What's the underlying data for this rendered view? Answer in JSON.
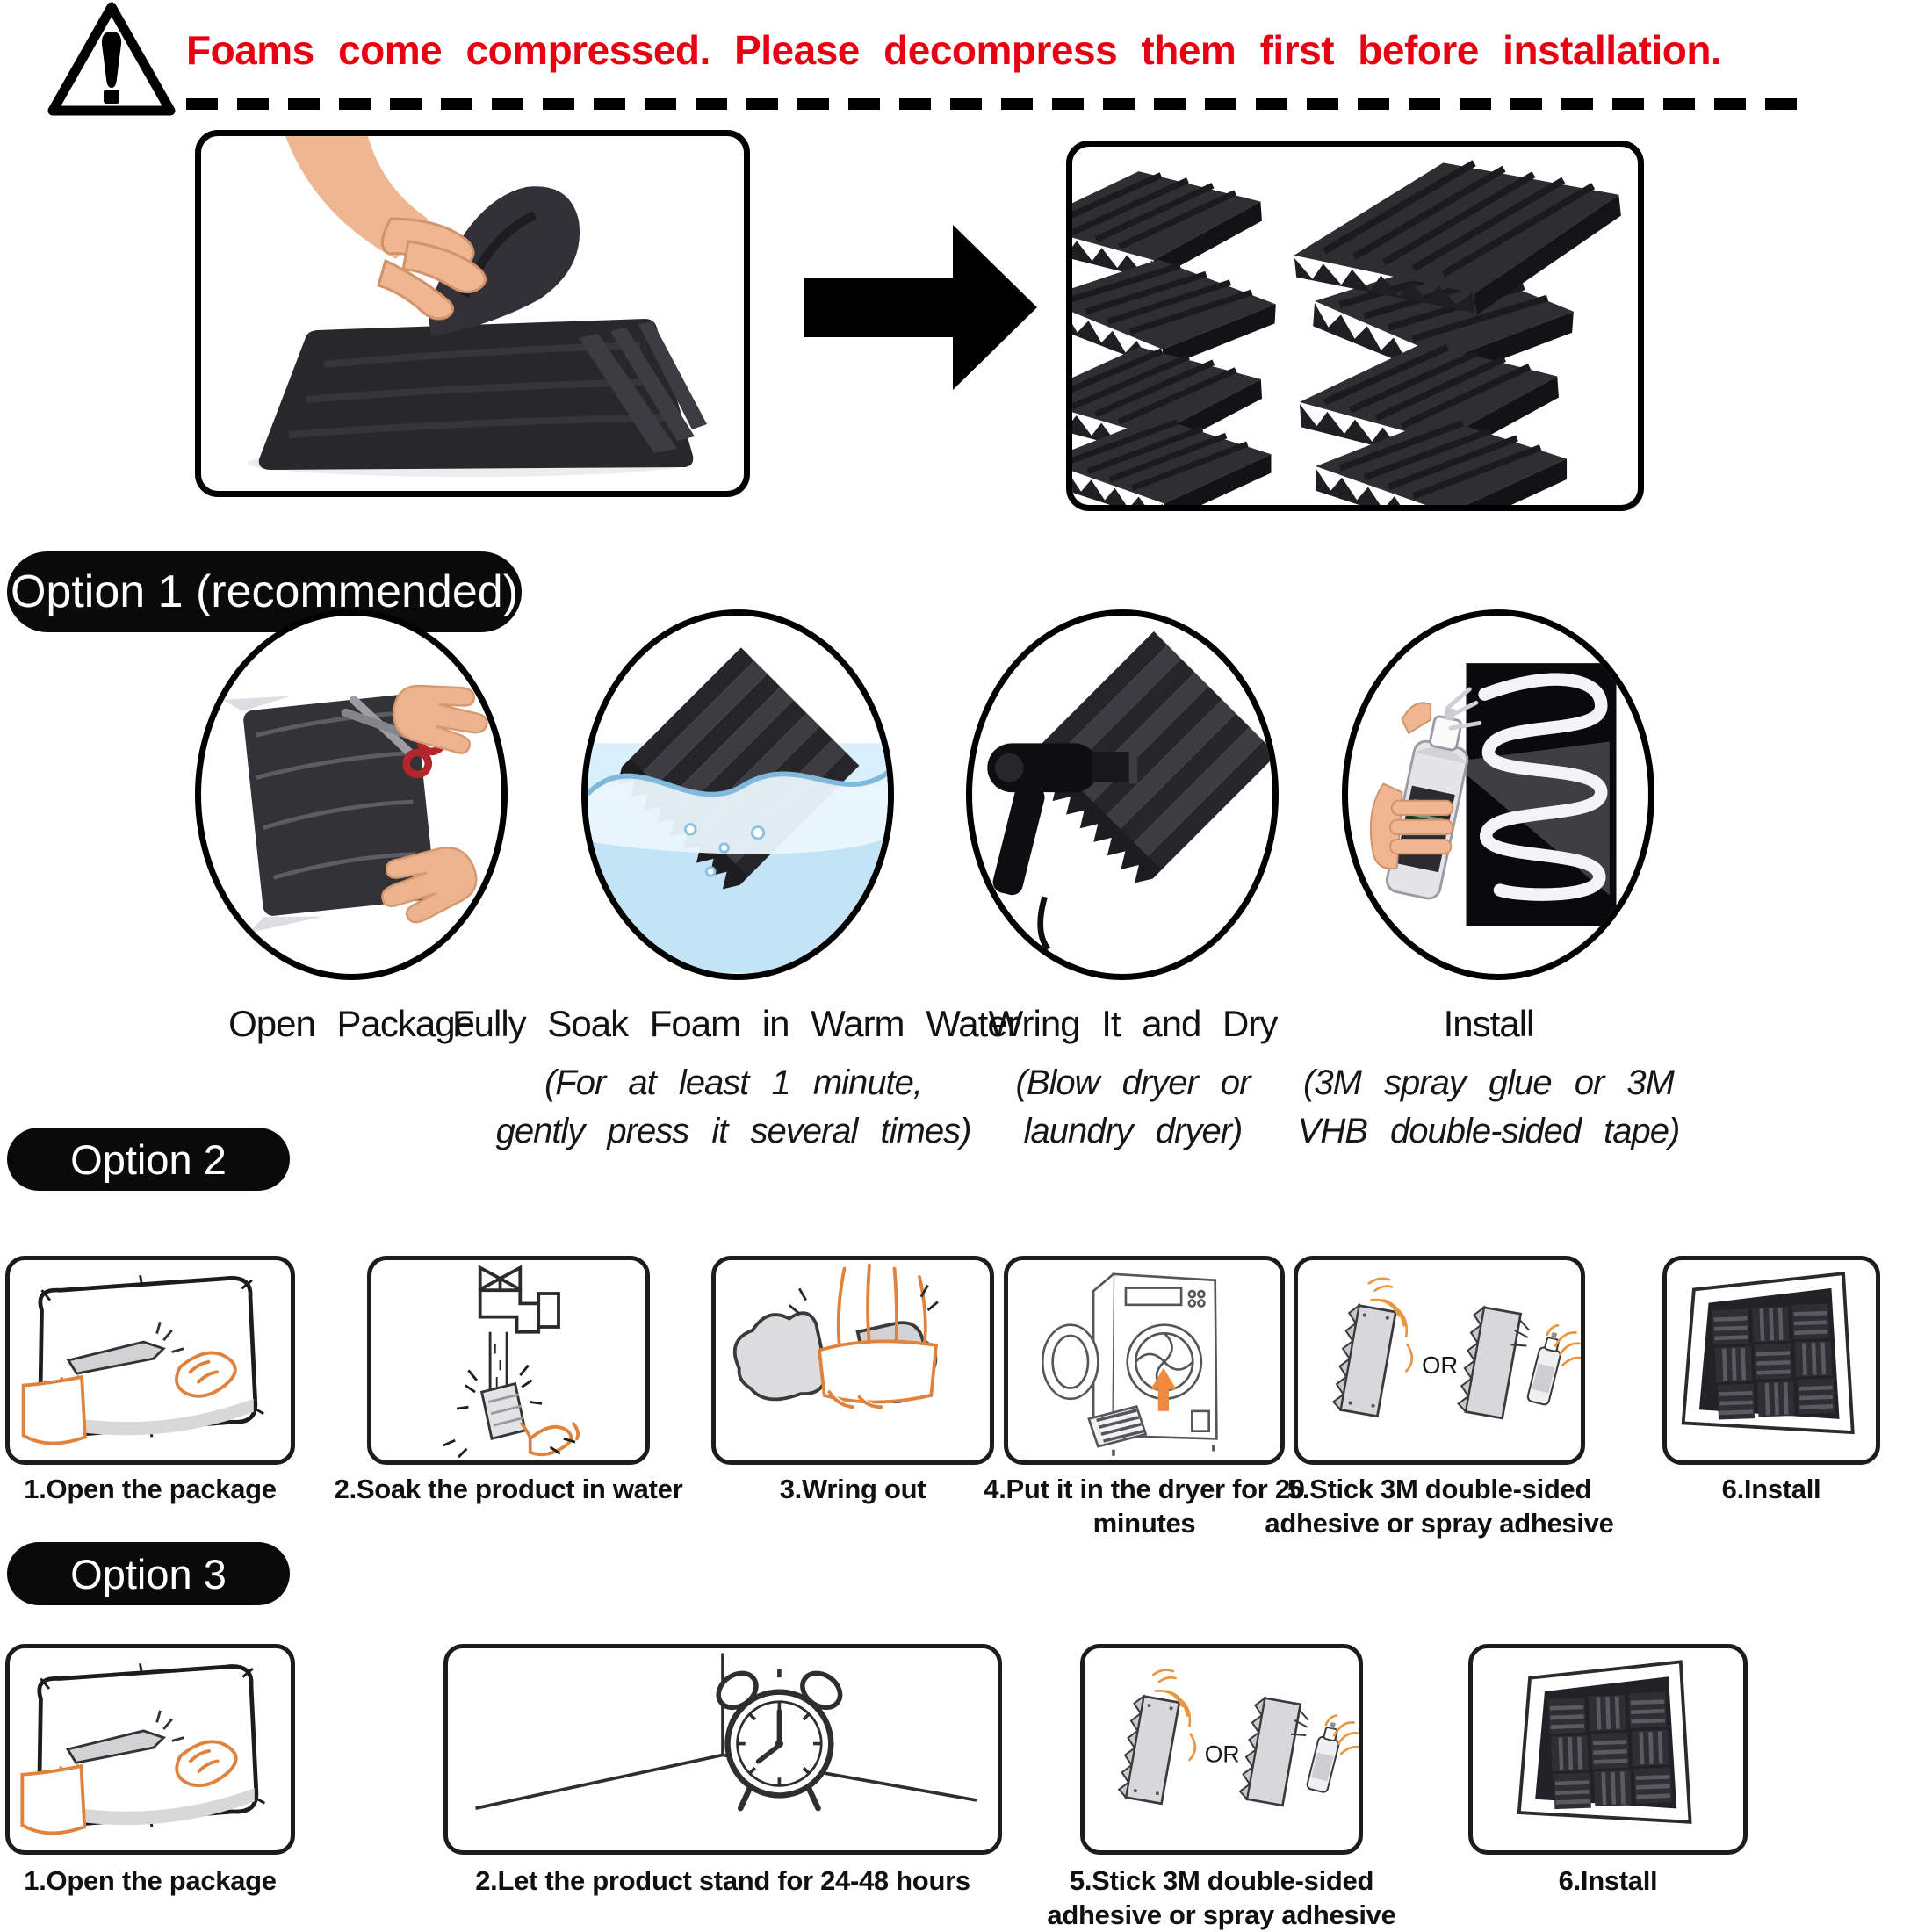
{
  "warning": {
    "text": "Foams come compressed. Please decompress them first before installation."
  },
  "option1": {
    "label": "Option 1 (recommended)",
    "steps": [
      {
        "title": "Open Package",
        "notes": []
      },
      {
        "title": "Fully Soak Foam in Warm Water",
        "notes": [
          "(For at least 1 minute,",
          "gently press it several times)"
        ]
      },
      {
        "title": "Wring It and Dry",
        "notes": [
          "(Blow dryer or",
          "laundry dryer)"
        ]
      },
      {
        "title": "Install",
        "notes": [
          "(3M spray glue or 3M",
          "VHB double-sided tape)"
        ]
      }
    ]
  },
  "option2": {
    "label": "Option 2",
    "or_label": "OR",
    "steps": [
      {
        "caption": "1.Open the package"
      },
      {
        "caption": "2.Soak the product in water"
      },
      {
        "caption": "3.Wring out"
      },
      {
        "caption": "4.Put it in the dryer for 20 minutes"
      },
      {
        "caption": "5.Stick 3M double-sided adhesive or spray adhesive"
      },
      {
        "caption": "6.Install"
      }
    ]
  },
  "option3": {
    "label": "Option 3",
    "steps": [
      {
        "caption": "1.Open the package"
      },
      {
        "caption": "2.Let the product stand for 24-48 hours"
      },
      {
        "caption": "5.Stick 3M double-sided adhesive or spray adhesive"
      },
      {
        "caption": "6.Install"
      }
    ]
  },
  "icons": {
    "warning_triangle": "exclamation-warning-triangle",
    "transform_arrow": "right-arrow",
    "circle1": "scissors-cutting-package",
    "circle2": "foam-soaking-in-water",
    "circle3": "blow-dryer-drying-foam",
    "circle4": "spray-adhesive-on-panel",
    "step_open": "open-package-lineart",
    "step_faucet": "soak-under-faucet-lineart",
    "step_wring": "wring-out-lineart",
    "step_dryer": "tumble-dryer-lineart",
    "step_stick": "stick-or-spray-adhesive-lineart",
    "step_install": "installed-acoustic-panel-lineart",
    "step_clock": "alarm-clock-room-corner-lineart"
  },
  "colors": {
    "warning_red": "#e60012",
    "pill_black": "#0a0a0a",
    "foam_dark": "#2a2a2e",
    "hand_line_orange": "#e0823c",
    "skin": "#ecb48e",
    "water_blue": "#c3e4f6"
  }
}
